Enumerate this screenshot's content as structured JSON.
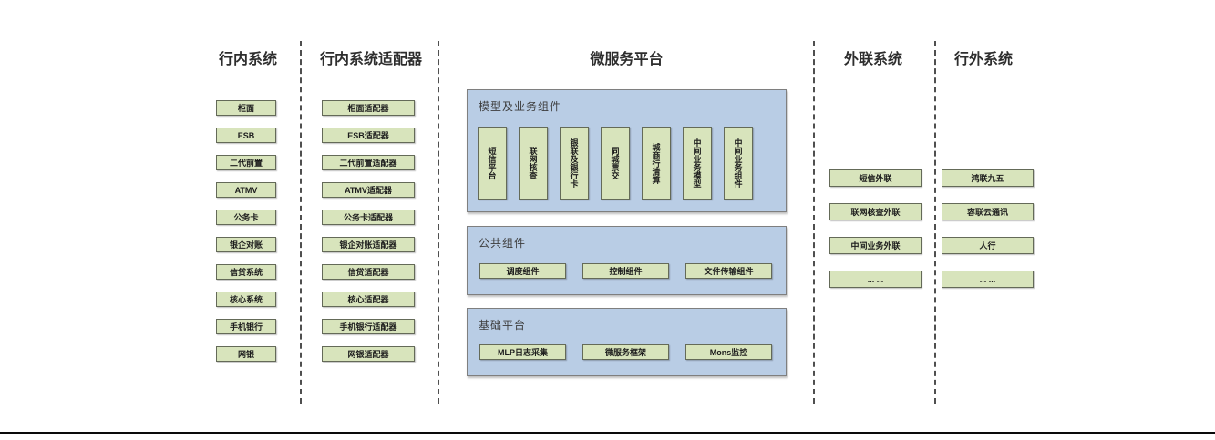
{
  "lanes": {
    "internal": {
      "title": "行内系统",
      "boxes": [
        "柜面",
        "ESB",
        "二代前置",
        "ATMV",
        "公务卡",
        "银企对账",
        "信贷系统",
        "核心系统",
        "手机银行",
        "网银"
      ]
    },
    "adapters": {
      "title": "行内系统适配器",
      "boxes": [
        "柜面适配器",
        "ESB适配器",
        "二代前置适配器",
        "ATMV适配器",
        "公务卡适配器",
        "银企对账适配器",
        "信贷适配器",
        "核心适配器",
        "手机银行适配器",
        "网银适配器"
      ]
    },
    "platform": {
      "title": "微服务平台",
      "model_group": {
        "label": "模型及业务组件",
        "boxes": [
          "短信平台",
          "联网核查",
          "银联及银行卡",
          "同城票交",
          "城商行清算",
          "中间业务模型",
          "中间业务组件"
        ]
      },
      "common_group": {
        "label": "公共组件",
        "boxes": [
          "调度组件",
          "控制组件",
          "文件传输组件"
        ]
      },
      "base_group": {
        "label": "基础平台",
        "boxes": [
          "MLP日志采集",
          "微服务框架",
          "Mons监控"
        ]
      }
    },
    "external_link": {
      "title": "外联系统",
      "boxes": [
        "短信外联",
        "联网核查外联",
        "中间业务外联",
        "... ..."
      ]
    },
    "external": {
      "title": "行外系统",
      "boxes": [
        "鸿联九五",
        "容联云通讯",
        "人行",
        "... ..."
      ]
    }
  },
  "colors": {
    "green_box_fill": "#d8e4bc",
    "blue_container_fill": "#b9cde5",
    "separator": "#4f4f4f"
  }
}
